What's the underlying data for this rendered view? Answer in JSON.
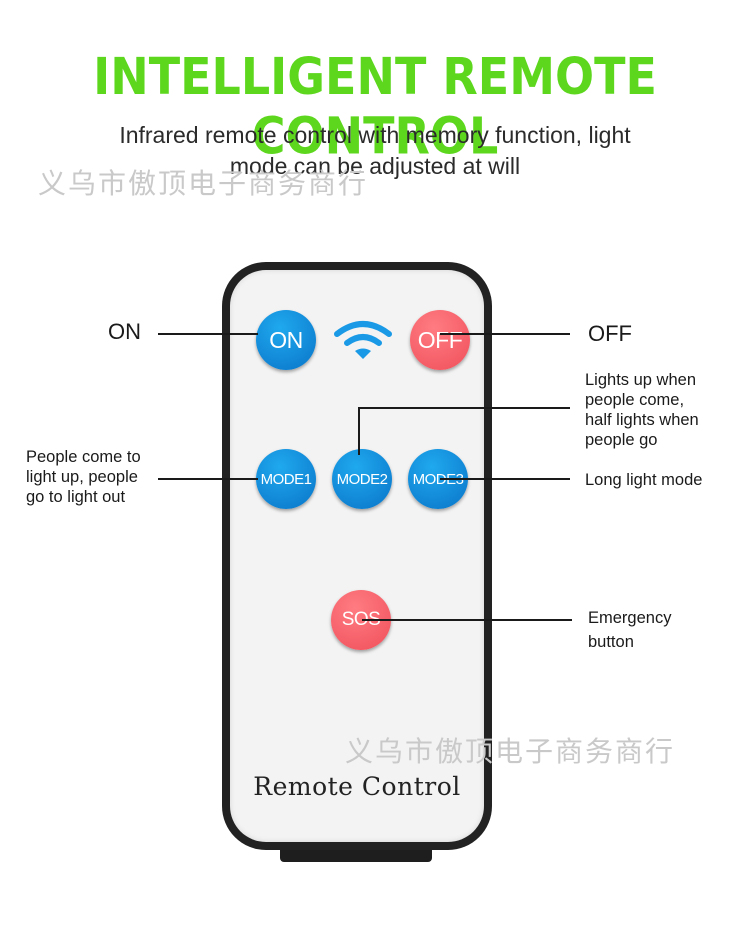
{
  "header": {
    "title": "INTELLIGENT REMOTE CONTROL",
    "subtitle_line1": "Infrared remote control with memory function, light",
    "subtitle_line2": "mode can be adjusted at will"
  },
  "watermark": {
    "text": "义乌市傲顶电子商务商行"
  },
  "remote": {
    "label": "Remote Control",
    "buttons": {
      "on": "ON",
      "off": "OFF",
      "mode1": "MODE1",
      "mode2": "MODE2",
      "mode3": "MODE3",
      "sos": "SOS"
    },
    "signal_icon": "wifi-signal-icon"
  },
  "annotations": {
    "on": "ON",
    "off": "OFF",
    "mode1": [
      "People come to",
      "light up, people",
      "go to light out"
    ],
    "mode2": [
      "Lights up when",
      "people come,",
      "half lights when",
      "people go"
    ],
    "mode3": "Long light mode",
    "sos": [
      "Emergency",
      "button"
    ]
  },
  "colors": {
    "title_green": "#5dd61e",
    "button_blue": "#0a8ee0",
    "button_red": "#f0505a",
    "remote_body": "#222222"
  }
}
